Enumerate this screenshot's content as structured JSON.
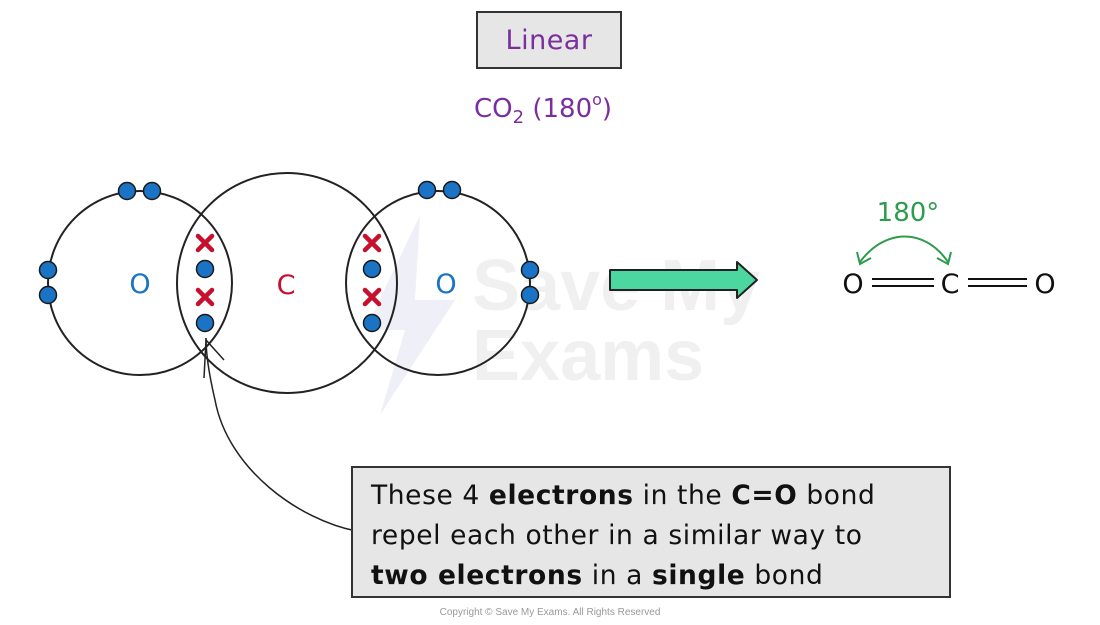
{
  "title": "Linear",
  "formula": {
    "main": "CO",
    "sub": "2",
    "angle_open": " (180",
    "deg": "o",
    "angle_close": ")"
  },
  "atoms": {
    "left_oxygen": "O",
    "carbon": "C",
    "right_oxygen": "O"
  },
  "structure": {
    "left": "O",
    "middle": "C",
    "right": "O",
    "angle": "180°"
  },
  "callout": {
    "line1_a": "These 4 ",
    "line1_b": "electrons",
    "line1_c": " in the ",
    "line1_d": "C=O",
    "line1_e": " bond",
    "line2": "repel each other in a similar way to",
    "line3_a": "two electrons",
    "line3_b": " in a ",
    "line3_c": "single",
    "line3_d": " bond"
  },
  "watermark": {
    "line1": "Save My",
    "line2": "Exams"
  },
  "copyright": "Copyright © Save My Exams. All Rights Reserved",
  "colors": {
    "electron_dot": "#1a73c4",
    "carbon_cross": "#c8102e",
    "oxygen_label": "#1a73c4",
    "carbon_label": "#c8102e",
    "title_text": "#7b2f9e",
    "angle_arrow": "#2e9c4e",
    "block_arrow": "#4cd6a0"
  }
}
